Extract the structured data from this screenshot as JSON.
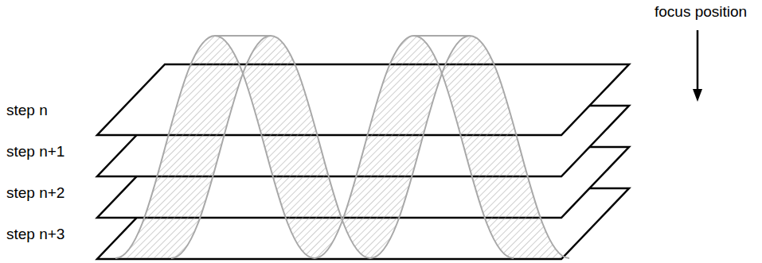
{
  "diagram": {
    "labels": [
      "focus position",
      "step n",
      "step n+1",
      "step n+2",
      "step n+3"
    ]
  }
}
